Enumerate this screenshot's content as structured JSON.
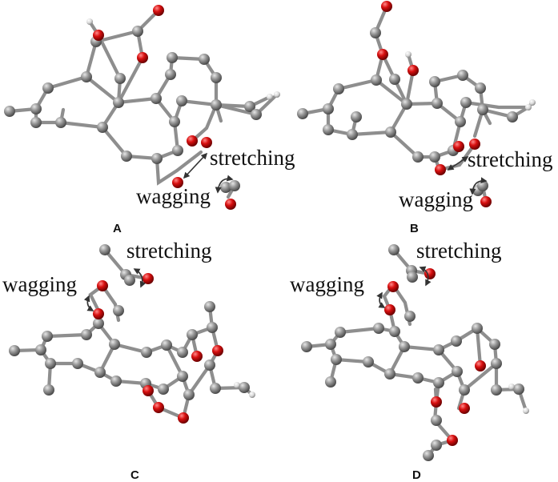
{
  "figure": {
    "panels": [
      {
        "letter": "A",
        "labels": {
          "wagging": "wagging",
          "stretching": "stretching"
        }
      },
      {
        "letter": "B",
        "labels": {
          "wagging": "wagging",
          "stretching": "stretching"
        }
      },
      {
        "letter": "C",
        "labels": {
          "wagging": "wagging",
          "stretching": "stretching"
        }
      },
      {
        "letter": "D",
        "labels": {
          "wagging": "wagging",
          "stretching": "stretching"
        }
      }
    ],
    "colors": {
      "carbon": "#8c8c8c",
      "oxygen": "#d10f0f",
      "hydrogen": "#e4e4e4",
      "bond": "#8e8e8e",
      "text": "#111111",
      "background": "#ffffff"
    }
  }
}
